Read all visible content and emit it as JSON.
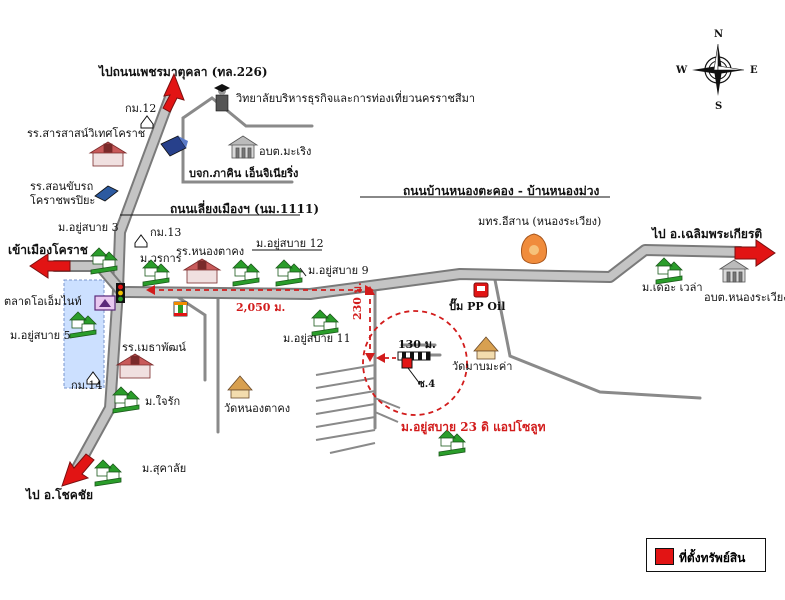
{
  "compass": {
    "n": "N",
    "e": "E",
    "s": "S",
    "w": "W"
  },
  "labels": {
    "to_petchmakhu": "ไปถนนเพชรมาตุคลา (ทล.226)",
    "college": "วิทยาลัยบริหารธุรกิจและการท่องเที่ยวนครราชสีมา",
    "km12": "กม.12",
    "school_saraswit": "รร.สารสาสน์วิเทศโคราช",
    "obt_mareng": "อบต.มะเริง",
    "company": "บจก.ภาคิน เอ็นจิเนียริ่ง",
    "driving_school_1": "รร.สอนขับรถ",
    "driving_school_2": "โคราชพรปิยะ",
    "bypass_road": "ถนนเลี่ยงเมืองฯ (นม.1111)",
    "nongtakong_road": "ถนนบ้านหนองตะคอง - บ้านหนองม่วง",
    "isan_university": "มทร.อีสาน (หนองระเวียง)",
    "to_chaloem": "ไป อ.เฉลิมพระเกียรติ",
    "moo_yusabai3": "ม.อยู่สบาย 3",
    "km13": "กม.13",
    "to_korat": "เข้าเมืองโคราช",
    "moo_worakarn": "ม.วรการ",
    "school_nongtakong": "รร.หนองตาคง",
    "moo_yusabai12": "ม.อยู่สบาย 12",
    "moo_yusabai9": "ม.อยู่สบาย 9",
    "moo_dekawela": "ม.เดอะ เวล่า",
    "obt_nongrawiang": "อบต.หนองระเวียง",
    "market": "ตลาดโอเอ็มไนท์",
    "dist_2050": "2,050 ม.",
    "pump": "ปั๊ม PP Oil",
    "moo_yusabai5": "ม.อยู่สบาย 5",
    "school_mettha": "รร.เมธาพัฒน์",
    "moo_yusabai11": "ม.อยู่สบาย 11",
    "dist_230": "230 ม.",
    "dist_130": "130 ม.",
    "wat_mabmakha": "วัดมาบมะค่า",
    "soi4": "ซ.4",
    "km14": "กม.14",
    "moo_jairak": "ม.ใจรัก",
    "wat_nongtakong": "วัดหนองตาคง",
    "moo_yusabai23": "ม.อยู่สบาย 23 ดิ แอปโซลูท",
    "moo_sukalai": "ม.สุคาลัย",
    "to_chokchai": "ไป อ.โชคชัย"
  },
  "legend": {
    "label": "ที่ตั้งทรัพย์สิน"
  },
  "colors": {
    "road": "#bdbdbd",
    "road_edge": "#7a7a7a",
    "arrow": "#e21414",
    "route": "#d21c1c",
    "house": "#2a9d2a"
  }
}
